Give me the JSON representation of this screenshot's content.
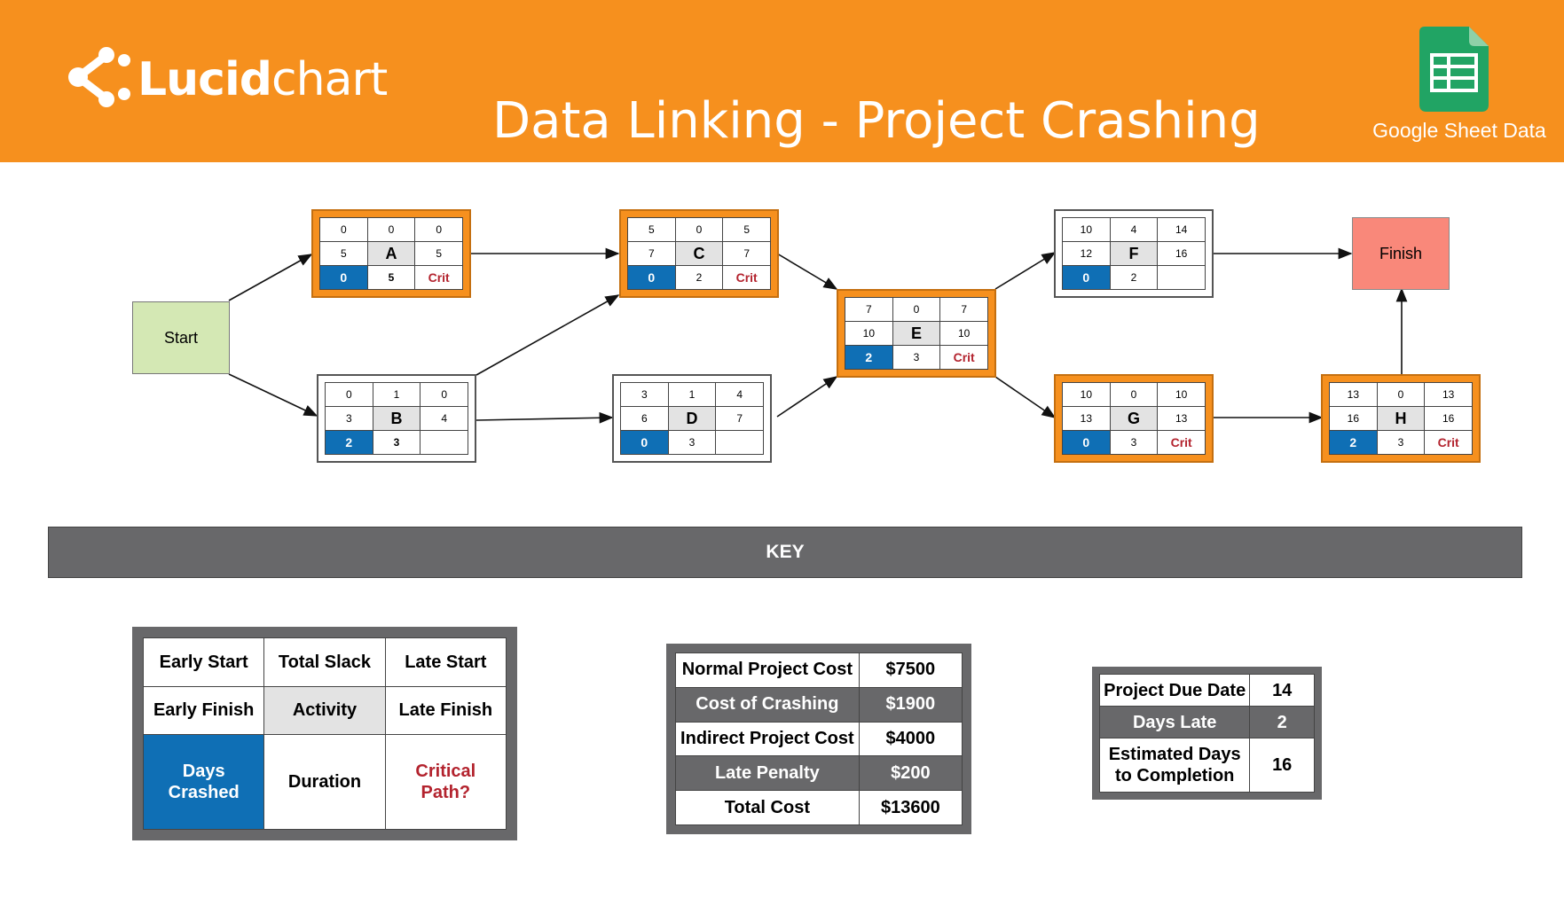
{
  "header": {
    "logo_bold": "Lucid",
    "logo_light": "chart",
    "title": "Data Linking - Project Crashing",
    "sheets_label": "Google Sheet Data",
    "colors": {
      "bar": "#f6901e",
      "sheets_green": "#21a464"
    }
  },
  "diagram": {
    "start_label": "Start",
    "finish_label": "Finish",
    "crit_label": "Crit",
    "colors": {
      "critical_border": "#f6901e",
      "crashed_fill": "#0f6fb5",
      "crit_text": "#b3232e",
      "start_fill": "#d4e8b4",
      "finish_fill": "#f9887a"
    },
    "nodes": [
      {
        "id": "A",
        "es": "0",
        "slack": "0",
        "ls": "0",
        "ef": "5",
        "lf": "5",
        "crashed": "0",
        "duration": "5",
        "critical": true
      },
      {
        "id": "B",
        "es": "0",
        "slack": "1",
        "ls": "0",
        "ef": "3",
        "lf": "4",
        "crashed": "2",
        "duration": "3",
        "critical": false
      },
      {
        "id": "C",
        "es": "5",
        "slack": "0",
        "ls": "5",
        "ef": "7",
        "lf": "7",
        "crashed": "0",
        "duration": "2",
        "critical": true
      },
      {
        "id": "D",
        "es": "3",
        "slack": "1",
        "ls": "4",
        "ef": "6",
        "lf": "7",
        "crashed": "0",
        "duration": "3",
        "critical": false
      },
      {
        "id": "E",
        "es": "7",
        "slack": "0",
        "ls": "7",
        "ef": "10",
        "lf": "10",
        "crashed": "2",
        "duration": "3",
        "critical": true
      },
      {
        "id": "F",
        "es": "10",
        "slack": "4",
        "ls": "14",
        "ef": "12",
        "lf": "16",
        "crashed": "0",
        "duration": "2",
        "critical": false
      },
      {
        "id": "G",
        "es": "10",
        "slack": "0",
        "ls": "10",
        "ef": "13",
        "lf": "13",
        "crashed": "0",
        "duration": "3",
        "critical": true
      },
      {
        "id": "H",
        "es": "13",
        "slack": "0",
        "ls": "13",
        "ef": "16",
        "lf": "16",
        "crashed": "2",
        "duration": "3",
        "critical": true
      }
    ]
  },
  "key": {
    "bar_label": "KEY",
    "legend": {
      "early_start": "Early Start",
      "total_slack": "Total Slack",
      "late_start": "Late Start",
      "early_finish": "Early Finish",
      "activity": "Activity",
      "late_finish": "Late Finish",
      "days_crashed": "Days Crashed",
      "duration": "Duration",
      "critical_path": "Critical Path?"
    },
    "costs": [
      {
        "label": "Normal Project Cost",
        "value": "$7500"
      },
      {
        "label": "Cost of Crashing",
        "value": "$1900"
      },
      {
        "label": "Indirect Project Cost",
        "value": "$4000"
      },
      {
        "label": "Late Penalty",
        "value": "$200"
      },
      {
        "label": "Total Cost",
        "value": "$13600"
      }
    ],
    "schedule": [
      {
        "label": "Project Due Date",
        "value": "14"
      },
      {
        "label": "Days Late",
        "value": "2"
      },
      {
        "label": "Estimated Days to Completion",
        "value": "16"
      }
    ]
  }
}
